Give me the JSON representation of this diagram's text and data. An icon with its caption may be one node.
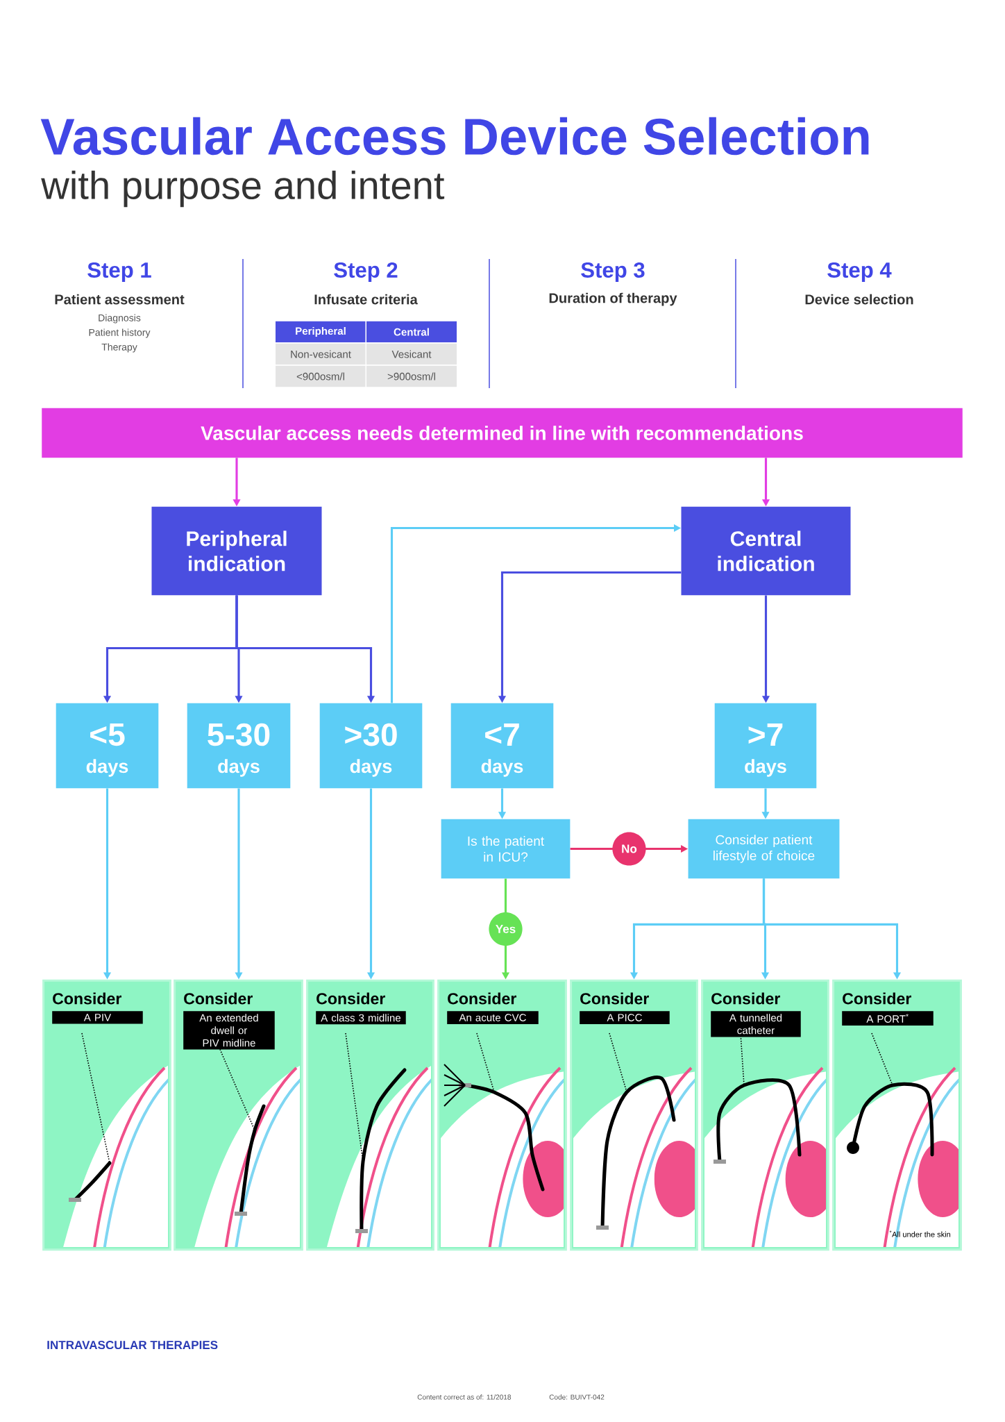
{
  "diagram": {
    "title": "Vascular Access Device Selection",
    "nodes": [
      {
        "text": [
          "Vascular access needs determined in line with recommendations"
        ]
      },
      {
        "text": [
          "Peripheral indication"
        ]
      },
      {
        "text": [
          "Central indication"
        ]
      },
      {
        "text": [
          "<5",
          "days"
        ]
      },
      {
        "text": [
          "5-30",
          "days"
        ]
      },
      {
        "text": [
          ">30",
          "days"
        ]
      },
      {
        "text": [
          "<7",
          "days"
        ]
      },
      {
        "text": [
          ">7",
          "days"
        ]
      },
      {
        "text": [
          "Is the patient in ICU?"
        ]
      },
      {
        "text": [
          "Consider patient lifestyle of choice"
        ]
      },
      {
        "text": [
          "Consider",
          "A PIV"
        ]
      },
      {
        "text": [
          "Consider",
          "An extended dwell or PIV midline"
        ]
      },
      {
        "text": [
          "Consider",
          "A class 3 midline"
        ]
      },
      {
        "text": [
          "Consider",
          "An acute CVC"
        ]
      },
      {
        "text": [
          "Consider",
          "A PICC"
        ]
      },
      {
        "text": [
          "Consider",
          "A tunnelled catheter"
        ]
      },
      {
        "text": [
          "Consider",
          "A PORT$^{*}$",
          "$^{*}$All under the skin"
        ]
      }
    ],
    "edges": [
      {
        "from": 0,
        "to": 1,
        "arrow": "to",
        "color": "#e23de3"
      },
      {
        "from": 0,
        "to": 2,
        "arrow": "to",
        "color": "#e23de3"
      },
      {
        "from": 1,
        "to": 3,
        "arrow": "to",
        "color": "#4a4ee0"
      },
      {
        "from": 1,
        "to": 4,
        "arrow": "to",
        "color": "#4a4ee0"
      },
      {
        "from": 1,
        "to": 5,
        "arrow": "to",
        "color": "#4a4ee0"
      },
      {
        "from": 5,
        "to": 2,
        "arrow": "to"
      },
      {
        "from": 2,
        "to": 6,
        "arrow": "to",
        "color": "#4a4ee0"
      },
      {
        "from": 2,
        "to": 7,
        "arrow": "to",
        "color": "#4a4ee0"
      },
      {
        "from": 3,
        "to": 10,
        "arrow": "to"
      },
      {
        "from": 4,
        "to": 11,
        "arrow": "to"
      },
      {
        "from": 5,
        "to": 12,
        "arrow": "to"
      },
      {
        "from": 6,
        "to": 8,
        "arrow": "to"
      },
      {
        "from": 7,
        "to": 9,
        "arrow": "to"
      },
      {
        "from": 8,
        "to": 9,
        "arrow": "to",
        "label": "No",
        "color": "#e8336d"
      },
      {
        "from": 8,
        "to": 13,
        "arrow": "to",
        "label": "Yes",
        "color": "#66e255"
      },
      {
        "from": 9,
        "to": 14,
        "arrow": "to"
      },
      {
        "from": 9,
        "to": 15,
        "arrow": "to"
      },
      {
        "from": 9,
        "to": 16,
        "arrow": "to"
      }
    ],
    "labels": [
      "with purpose and intent",
      "Step 1",
      "Patient assessment",
      "Diagnosis",
      "Patient history",
      "Therapy",
      "Step 2",
      "Infusate criteria",
      "Peripheral",
      "Central",
      "Non-vesicant",
      "Vesicant",
      "<900osm/l",
      ">900osm/l",
      "Step 3",
      "Duration of therapy",
      "Step 4",
      "Device selection",
      "INTRAVASCULAR THERAPIES",
      "Content correct as of: 11/2018",
      "Code: BUIVT-042"
    ]
  }
}
